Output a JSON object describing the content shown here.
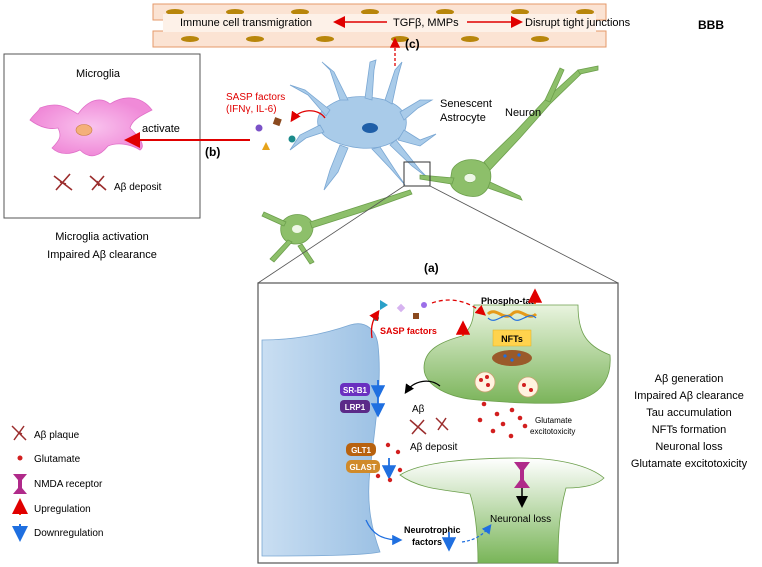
{
  "bbb": {
    "label": "BBB",
    "left_text": "Immune cell transmigration",
    "center_text": "TGFβ, MMPs",
    "right_text": "Disrupt tight junctions",
    "label_c": "(c)"
  },
  "microglia": {
    "title": "Microglia",
    "deposit_label": "Aβ deposit",
    "caption_line1": "Microglia activation",
    "caption_line2": "Impaired Aβ clearance"
  },
  "astrocyte": {
    "label_line1": "Senescent",
    "label_line2": "Astrocyte",
    "sasp_line1": "SASP factors",
    "sasp_line2": "(IFNγ, IL-6)",
    "activate_label": "activate",
    "label_b": "(b)"
  },
  "neuron": {
    "label": "Neuron"
  },
  "inset": {
    "label_a": "(a)",
    "phospho_tau": "Phospho-tau",
    "nfts": "NFTs",
    "sasp_factors": "SASP factors",
    "sr_b1": "SR-B1",
    "lrp1": "LRP1",
    "glt1": "GLT1",
    "glast": "GLAST",
    "abeta": "Aβ",
    "abeta_deposit": "Aβ deposit",
    "glutamate_line1": "Glutamate",
    "glutamate_line2": "excitotoxicity",
    "neuronal_loss": "Neuronal loss",
    "neurotrophic_line1": "Neurotrophic",
    "neurotrophic_line2": "factors"
  },
  "effects": [
    "Aβ generation",
    "Impaired Aβ clearance",
    "Tau accumulation",
    "NFTs formation",
    "Neuronal loss",
    "Glutamate excitotoxicity"
  ],
  "legend": [
    {
      "label": "Aβ plaque",
      "icon": "abeta-plaque-icon"
    },
    {
      "label": "Glutamate",
      "icon": "glutamate-dot-icon"
    },
    {
      "label": "NMDA receptor",
      "icon": "nmda-receptor-icon"
    },
    {
      "label": "Upregulation",
      "icon": "up-arrow-icon"
    },
    {
      "label": "Downregulation",
      "icon": "down-arrow-icon"
    }
  ],
  "colors": {
    "astrocyte": "#a9cbe9",
    "neuron": "#8dbf6a",
    "microglia": "#f59be0",
    "bbb": "#fbe3d3",
    "up": "#ff4d00",
    "down": "#1f6fe0",
    "arrow_red": "#e00000"
  }
}
